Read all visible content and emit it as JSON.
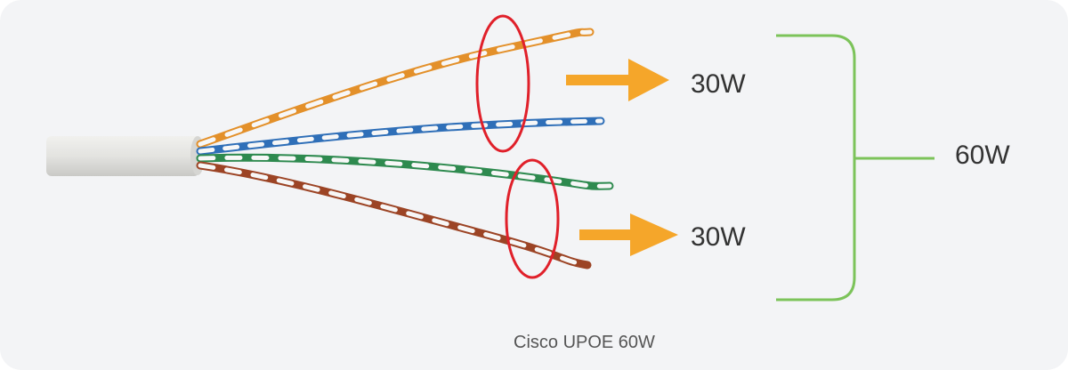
{
  "labels": {
    "top_pair_power": "30W",
    "bottom_pair_power": "30W",
    "total_power": "60W"
  },
  "caption": "Cisco UPOE 60W",
  "colors": {
    "background": "#f3f4f6",
    "cable_jacket": "#e6e6e3",
    "wire_orange": "#e3902a",
    "wire_blue": "#2f6fb8",
    "wire_green": "#2e8a4f",
    "wire_brown": "#9c4425",
    "wire_white": "#f7f7f7",
    "highlight_ellipse": "#e0202a",
    "arrow": "#f5a62a",
    "bracket": "#7cc35a",
    "text": "#333333"
  },
  "icons": [
    "ethernet-cable-image",
    "right-arrow-icon",
    "bracket-icon",
    "highlight-ellipse"
  ]
}
